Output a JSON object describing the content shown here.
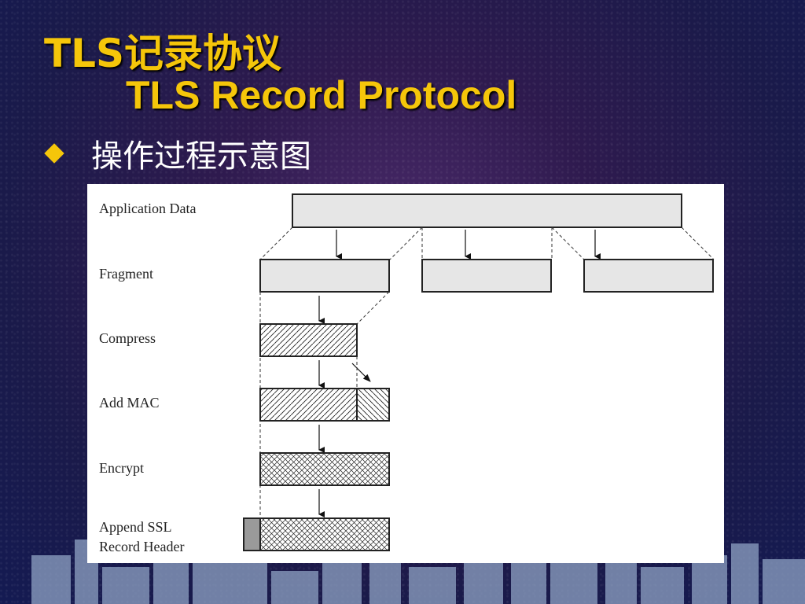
{
  "title": {
    "line1": "TLS记录协议",
    "line2": "TLS Record Protocol"
  },
  "bullet": {
    "icon": "diamond-bullet-icon",
    "text": "操作过程示意图"
  },
  "diagram": {
    "steps": [
      "Application Data",
      "Fragment",
      "Compress",
      "Add MAC",
      "Encrypt",
      "Append SSL\nRecord Header"
    ]
  },
  "colors": {
    "title": "#f5c60a",
    "bullet_text": "#ffffff",
    "background": "#2e1a4e",
    "panel": "#ffffff"
  }
}
